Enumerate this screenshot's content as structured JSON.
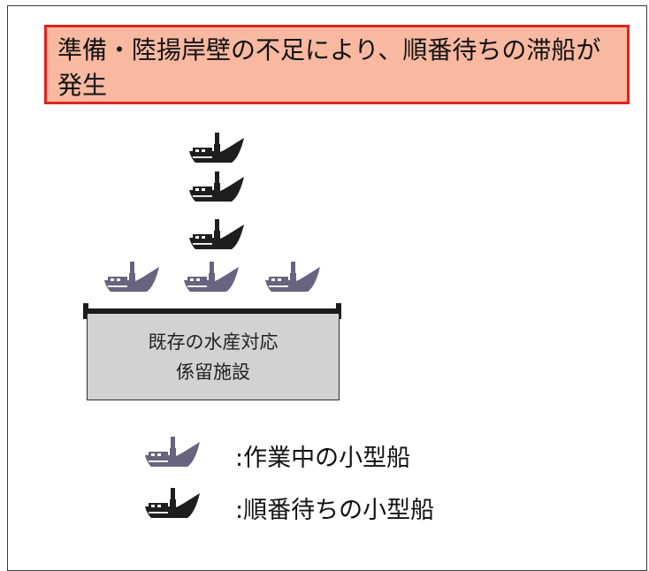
{
  "title": "準備・陸揚岸壁の不足により、順番待ちの滞船が発生",
  "facility": {
    "line1": "既存の水産対応",
    "line2": "係留施設"
  },
  "legend": {
    "working": ":作業中の小型船",
    "waiting": ":順番待ちの小型船"
  },
  "colors": {
    "working_ship": "#68637e",
    "waiting_ship": "#1e1e1e",
    "title_fill": "#f8b9a0",
    "title_border": "#e0231e",
    "facility_fill": "#d2d2d2"
  },
  "icons": {
    "working_ship": "fishing-boat-icon",
    "waiting_ship": "fishing-boat-icon"
  }
}
